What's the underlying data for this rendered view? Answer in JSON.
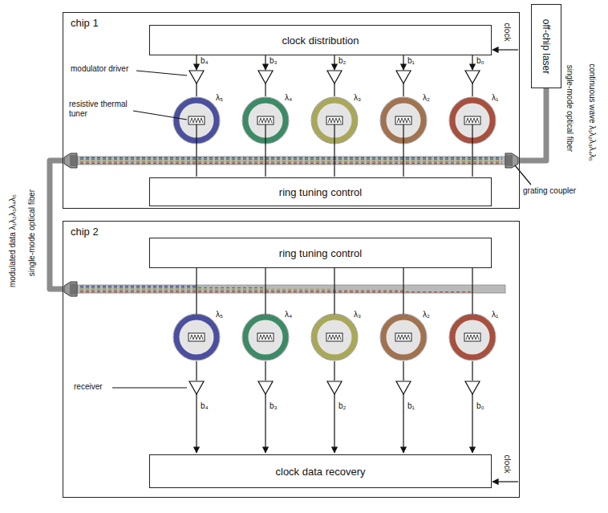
{
  "diagram": {
    "nodes": [
      {
        "text": [
          "chip 1"
        ]
      },
      {
        "text": [
          "clock distribution"
        ],
        "in": 0
      },
      {
        "text": [
          "ring tuning control"
        ],
        "in": 0
      },
      {
        "text": [
          "off-chip laser"
        ]
      },
      {
        "text": [
          "chip 2"
        ]
      },
      {
        "text": [
          "ring tuning control"
        ],
        "in": 4
      },
      {
        "text": [
          "clock data recovery"
        ],
        "in": 4
      }
    ],
    "edges": [
      {
        "from": 3,
        "to": 0,
        "arrow": "none"
      },
      {
        "from": 0,
        "to": 4,
        "arrow": "none"
      }
    ],
    "labels": [
      "clock",
      "b₄",
      "b₃",
      "b₂",
      "b₁",
      "b₀",
      "modulator driver",
      "resistive thermal tuner",
      "λ₅",
      "λ₄",
      "λ₃",
      "λ₂",
      "λ₁",
      "single-mode optical fiber",
      "continuous wave λ₁λ₂λ₃λ₄λ₅",
      "grating coupler",
      "modulated data λ₁λ₂λ₃λ₄λ₅",
      "single-mode optical fiber",
      "λ₅",
      "λ₄",
      "λ₃",
      "λ₂",
      "λ₁",
      "receiver",
      "b₄",
      "b₃",
      "b₂",
      "b₁",
      "b₀",
      "clock"
    ]
  }
}
